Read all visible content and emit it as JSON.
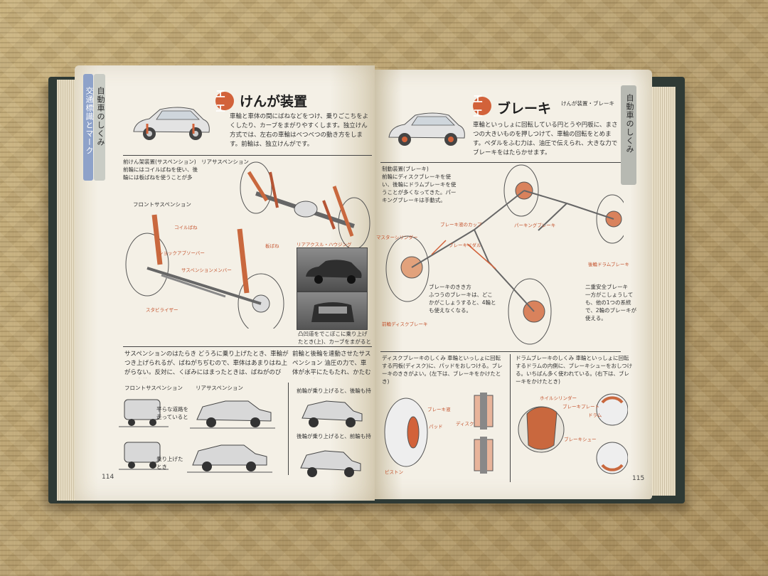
{
  "left_page": {
    "side_tab": "交通標識とマーク",
    "side_tab2": "自動車のしくみ",
    "title_icon": "エエ",
    "title": "けんが装置",
    "intro": "車輪と車体の間にばねなどをつけ、乗りごこちをよくしたり、カーブをまがりやすくします。独立けん方式では、左右の車輪はべつべつの動き方をします。前輪は、独立けんがです。",
    "section1_heading": "前けん架装置(サスペンション)",
    "section1_text": "前輪にはコイルばねを使い、後輪には板ばねを使うことが多い。",
    "label_rear_suspension": "リアサスペンション",
    "label_front_suspension": "フロントサスペンション",
    "label_coil_spring": "コイルばね",
    "label_shock_absorber": "ショックアブソーバー",
    "label_suspension_member": "サスペンションメンバー",
    "label_stabilizer": "スタビライザー",
    "label_leaf_spring": "板ばね",
    "label_rear_axle": "リアアクスル・ハウジング",
    "photo_caption": "凸凹道をでこぼこに乗り上げたとき(上)、カーブをまがるとき(下)",
    "section2_text": "サスペンションのはたらき どうろに乗り上げたとき、車輪がつき上げられるが、ばねがちぢむので、車体はあまりはね上がらない。反対に、くぼみにはまったときは、ばねがのびて、車体はあまり下がらない。",
    "section3_text": "前輪と後輪を連動させたサスペンション 油圧の力で、車体が水平にたもたれ、かたむくのを防ぐ。",
    "caption_front": "フロントサスペンション",
    "caption_rear": "リアサスペンション",
    "caption_flat": "平らな道路を走っているとき",
    "caption_bump": "乗り上げたとき",
    "caption_front_up": "前輪が乗り上げると、後輪も持ち上がる。",
    "caption_rear_up": "後輪が乗り上げると、前輪も持ち上がる。",
    "page_number": "114"
  },
  "right_page": {
    "side_tab": "自動車のしくみ",
    "header_small": "けんが装置・ブレーキ",
    "title_icon": "エエ",
    "title": "ブレーキ",
    "intro": "車輪といっしょに回転している円とうや円板に、まさつの大きいものを押しつけて、車輪の回転をとめます。ペダルをふむ力は、油圧で伝えられ、大きな力でブレーキをはたらかせます。",
    "section1_heading": "制動装置(ブレーキ)",
    "section1_text": "前輪にディスクブレーキを使い、後輪にドラムブレーキを使うことが多くなってきた。パーキングブレーキは手動式。",
    "label_brake_cup": "ブレーキ液のカップ",
    "label_master_cylinder": "マスターシリンダー",
    "label_parking_brake": "パーキングブレーキ",
    "label_brake_pedal": "ブレーキペダル",
    "label_rear_drum": "後輪ドラムブレーキ",
    "label_front_disc": "前輪ディスクブレーキ",
    "section2_heading": "ブレーキのきき方",
    "section2_text": "ふつうのブレーキは、どこかがこしょうすると、4輪とも使えなくなる。",
    "section3_heading": "二重安全ブレーキ",
    "section3_text": "一方がこしょうしても、他の1つの系統で、2輪のブレーキが使える。",
    "section4_text": "ディスクブレーキのしくみ 車輪といっしょに回転する円板(ディスク)に、パッドをおしつける。ブレーキのききがよい。(左下は、ブレーキをかけたとき)",
    "section5_text": "ドラムブレーキのしくみ 車輪といっしょに回転するドラムの内側に、ブレーキシューをおしつける。いちばん多く使われている。(右下は、ブレーキをかけたとき)",
    "label_brake_fluid": "ブレーキ液",
    "label_pad": "パッド",
    "label_disc": "ディスク",
    "label_piston": "ピストン",
    "label_wheel_cylinder": "ホイルシリンダー",
    "label_brake_plate": "ブレーキプレート",
    "label_drum": "ドラム",
    "label_brake_shoe": "ブレーキシュー",
    "page_number": "115"
  },
  "colors": {
    "accent": "#d2623a",
    "tab_blue": "#8ea2c9",
    "tab_grey": "#b7b9b2",
    "cover": "#2f3a35"
  }
}
